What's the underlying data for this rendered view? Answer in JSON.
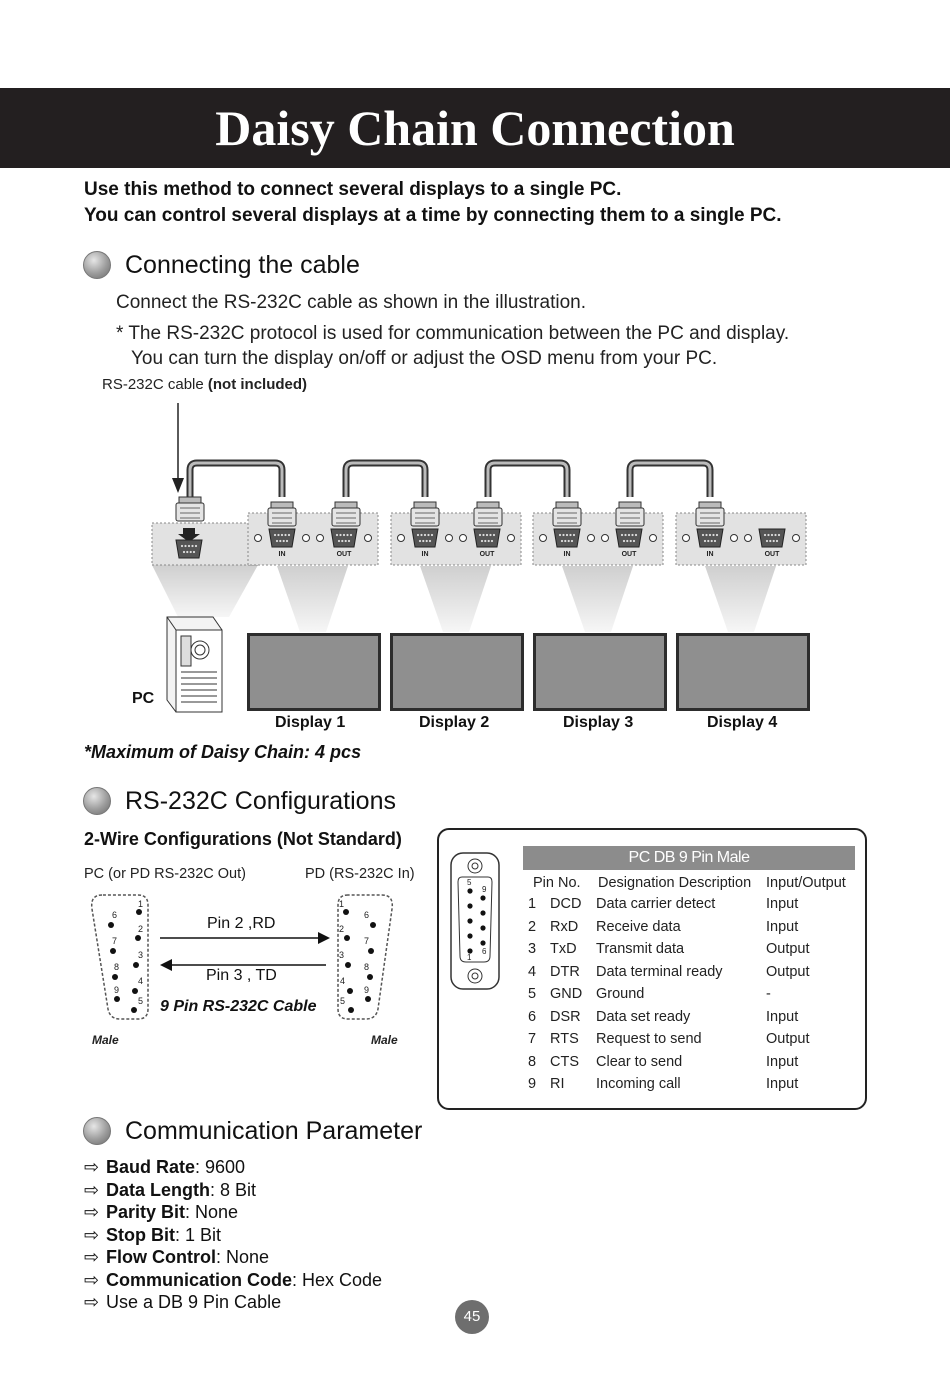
{
  "header": {
    "title": "Daisy Chain Connection"
  },
  "intro": {
    "line1": "Use this method to connect several displays to a single PC.",
    "line2": "You can control several displays at a time by connecting them to a single PC."
  },
  "connecting": {
    "title": "Connecting the cable",
    "text1": "Connect the RS-232C cable as shown in the illustration.",
    "text2": "* The RS-232C protocol is used for communication between the PC and display.",
    "text3": "You can turn the display on/off or adjust the OSD menu from your PC.",
    "cable_label": "RS-232C cable",
    "cable_note": "(not included)",
    "pc_label": "PC",
    "port_in": "IN",
    "port_out": "OUT",
    "displays": [
      "Display 1",
      "Display 2",
      "Display 3",
      "Display 4"
    ],
    "max_note": "*Maximum of Daisy Chain: 4 pcs"
  },
  "rs232": {
    "title": "RS-232C Configurations",
    "subtitle": "2-Wire Configurations (Not Standard)",
    "left_label": "PC (or PD RS-232C Out)",
    "right_label": "PD (RS-232C In)",
    "pin2": "Pin 2 ,RD",
    "pin3": "Pin 3 , TD",
    "cable": "9 Pin RS-232C Cable",
    "male": "Male",
    "table": {
      "header": "PC DB 9 Pin Male",
      "columns": [
        "Pin No.",
        "Designation Description",
        "Input/Output"
      ],
      "rows": [
        [
          "1",
          "DCD",
          "Data carrier detect",
          "Input"
        ],
        [
          "2",
          "RxD",
          "Receive data",
          "Input"
        ],
        [
          "3",
          "TxD",
          "Transmit data",
          "Output"
        ],
        [
          "4",
          "DTR",
          "Data terminal ready",
          "Output"
        ],
        [
          "5",
          "GND",
          "Ground",
          "-"
        ],
        [
          "6",
          "DSR",
          "Data set ready",
          "Input"
        ],
        [
          "7",
          "RTS",
          "Request to send",
          "Output"
        ],
        [
          "8",
          "CTS",
          "Clear to send",
          "Input"
        ],
        [
          "9",
          "RI",
          "Incoming call",
          "Input"
        ]
      ]
    }
  },
  "comm": {
    "title": "Communication Parameter",
    "params": [
      {
        "label": "Baud Rate",
        "value": ": 9600"
      },
      {
        "label": "Data Length",
        "value": ": 8 Bit"
      },
      {
        "label": "Parity Bit",
        "value": ": None"
      },
      {
        "label": "Stop Bit",
        "value": ": 1 Bit"
      },
      {
        "label": "Flow Control",
        "value": ": None"
      },
      {
        "label": "Communication Code",
        "value": ": Hex Code"
      },
      {
        "label": "",
        "value": "Use a DB 9 Pin Cable"
      }
    ]
  },
  "footer": {
    "page_number": "45"
  }
}
